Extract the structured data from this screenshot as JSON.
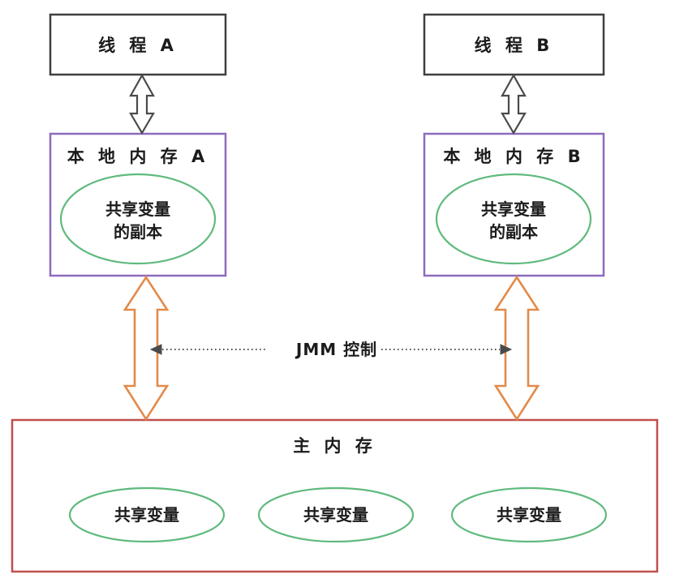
{
  "diagram": {
    "title_semantic": "java-memory-model-jmm-diagram",
    "colors": {
      "thread_box_border": "#3f3f3f",
      "local_memory_border": "#8e6bbd",
      "main_memory_border": "#c0504d",
      "ellipse_border": "#5fba7d",
      "gray_arrow": "#4a4a4a",
      "orange_arrow": "#e38a4a",
      "text": "#1b1b1b",
      "dotted_line": "#555555",
      "background": "#ffffff"
    },
    "threads": [
      {
        "id": "a",
        "label": "线 程 A"
      },
      {
        "id": "b",
        "label": "线 程 B"
      }
    ],
    "local_memories": [
      {
        "id": "a",
        "label": "本 地 内 存 A",
        "copy_line1": "共享变量",
        "copy_line2": "的副本"
      },
      {
        "id": "b",
        "label": "本 地 内 存 B",
        "copy_line1": "共享变量",
        "copy_line2": "的副本"
      }
    ],
    "jmm_control": {
      "label": "JMM 控制"
    },
    "main_memory": {
      "label": "主 内 存",
      "variables": [
        {
          "label": "共享变量"
        },
        {
          "label": "共享变量"
        },
        {
          "label": "共享变量"
        }
      ]
    },
    "connectors": [
      {
        "id": "thread-a-to-local-a",
        "style": "hollow-double-arrow",
        "color": "#4a4a4a"
      },
      {
        "id": "thread-b-to-local-b",
        "style": "hollow-double-arrow",
        "color": "#4a4a4a"
      },
      {
        "id": "local-a-to-main",
        "style": "hollow-double-arrow",
        "color": "#e38a4a"
      },
      {
        "id": "local-b-to-main",
        "style": "hollow-double-arrow",
        "color": "#e38a4a"
      },
      {
        "id": "jmm-control-span",
        "style": "dotted-double-arrow",
        "color": "#555555"
      }
    ]
  }
}
